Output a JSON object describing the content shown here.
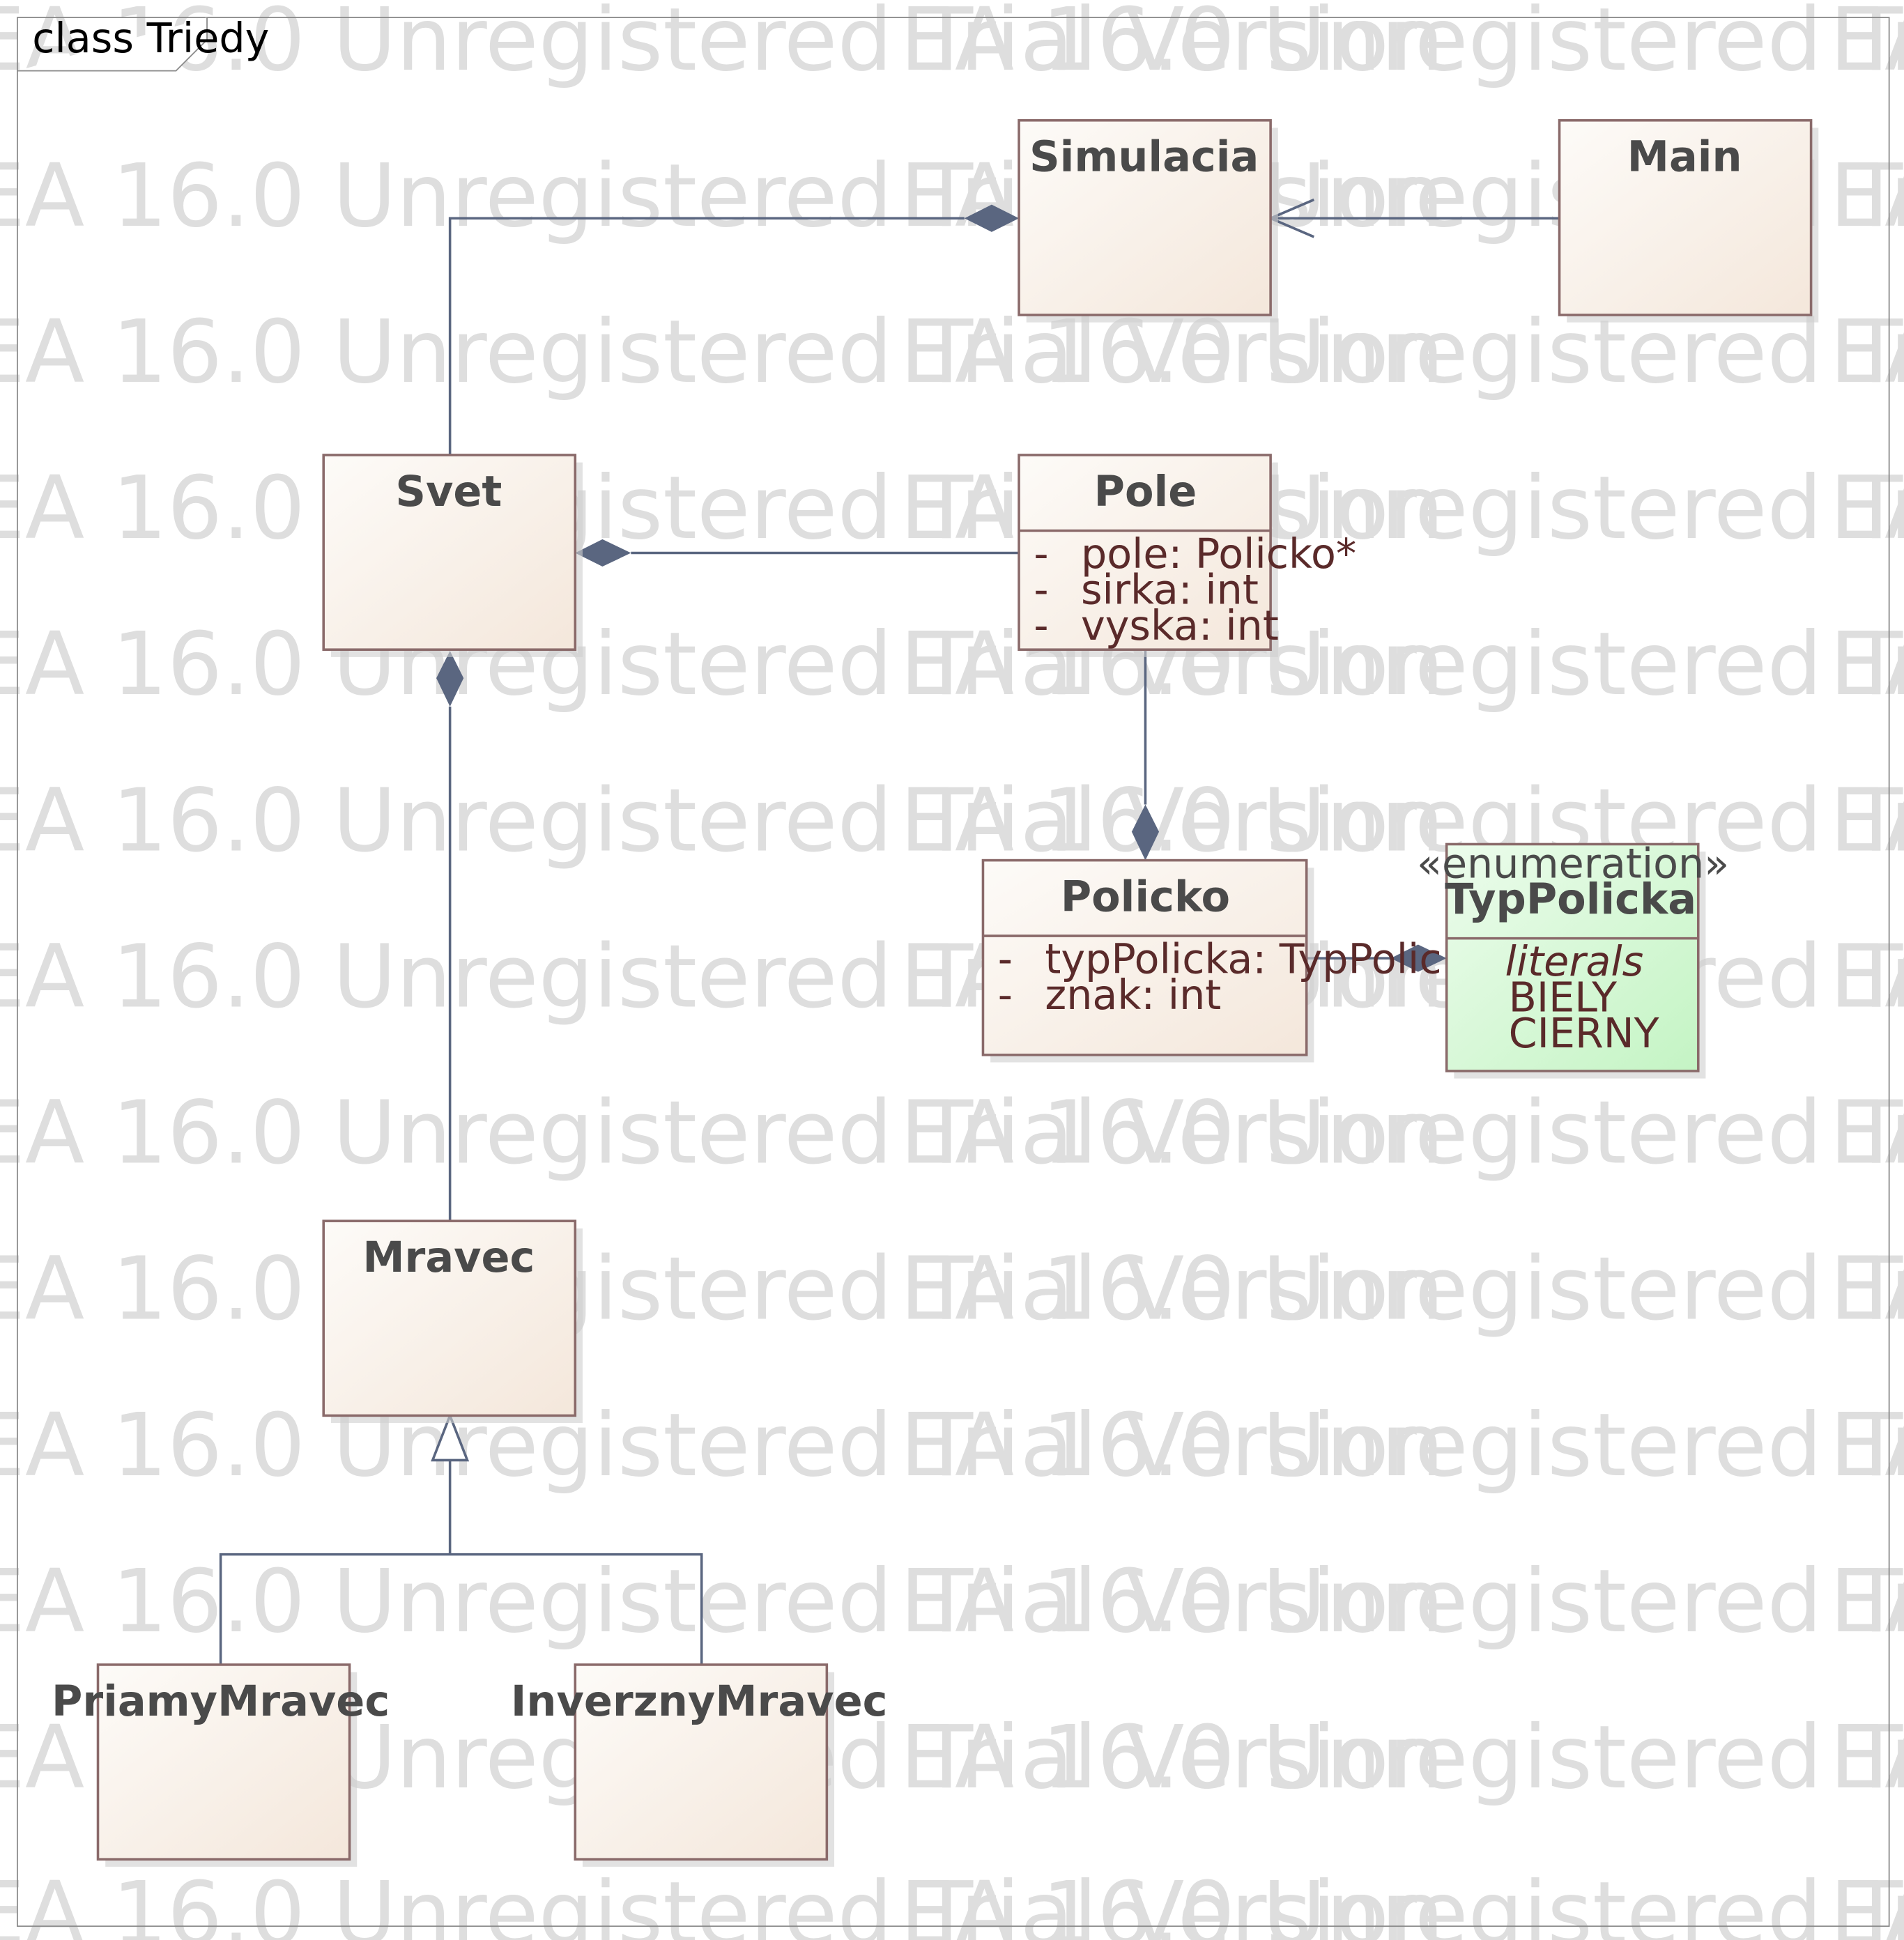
{
  "frame": {
    "label": "class Triedy"
  },
  "watermark": {
    "text": "EA 16.0 Unregistered Trial Version"
  },
  "classes": {
    "simulacia": {
      "name": "Simulacia"
    },
    "main": {
      "name": "Main"
    },
    "svet": {
      "name": "Svet"
    },
    "pole": {
      "name": "Pole",
      "attributes": [
        {
          "visibility": "-",
          "text": "pole: Policko*"
        },
        {
          "visibility": "-",
          "text": "sirka: int"
        },
        {
          "visibility": "-",
          "text": "vyska: int"
        }
      ]
    },
    "policko": {
      "name": "Policko",
      "attributes": [
        {
          "visibility": "-",
          "text": "typPolicka: TypPolicka"
        },
        {
          "visibility": "-",
          "text": "znak: int"
        }
      ]
    },
    "typpolicka": {
      "stereotype": "«enumeration»",
      "name": "TypPolicka",
      "literals_heading": "literals",
      "literals": [
        "BIELY",
        "CIERNY"
      ]
    },
    "mravec": {
      "name": "Mravec"
    },
    "priamymravec": {
      "name": "PriamyMravec"
    },
    "inverznymravec": {
      "name": "InverznyMravec"
    }
  },
  "relationships": [
    {
      "type": "composition",
      "whole": "Simulacia",
      "part": "Svet"
    },
    {
      "type": "dependency",
      "from": "Main",
      "to": "Simulacia"
    },
    {
      "type": "composition",
      "whole": "Svet",
      "part": "Pole"
    },
    {
      "type": "composition",
      "whole": "Svet",
      "part": "Mravec"
    },
    {
      "type": "composition",
      "whole": "Policko",
      "part": "Pole"
    },
    {
      "type": "composition",
      "whole": "TypPolicka",
      "part": "Policko"
    },
    {
      "type": "generalization",
      "parent": "Mravec",
      "child": "PriamyMravec"
    },
    {
      "type": "generalization",
      "parent": "Mravec",
      "child": "InverznyMravec"
    }
  ],
  "colors": {
    "class_fill_light": "#fdfbf8",
    "class_fill_dark": "#f5e8dc",
    "class_border": "#8a6a6a",
    "enum_fill_light": "#e8fbe8",
    "enum_fill_dark": "#c6f5c6",
    "connector": "#5a6680",
    "watermark": "#dedede"
  }
}
